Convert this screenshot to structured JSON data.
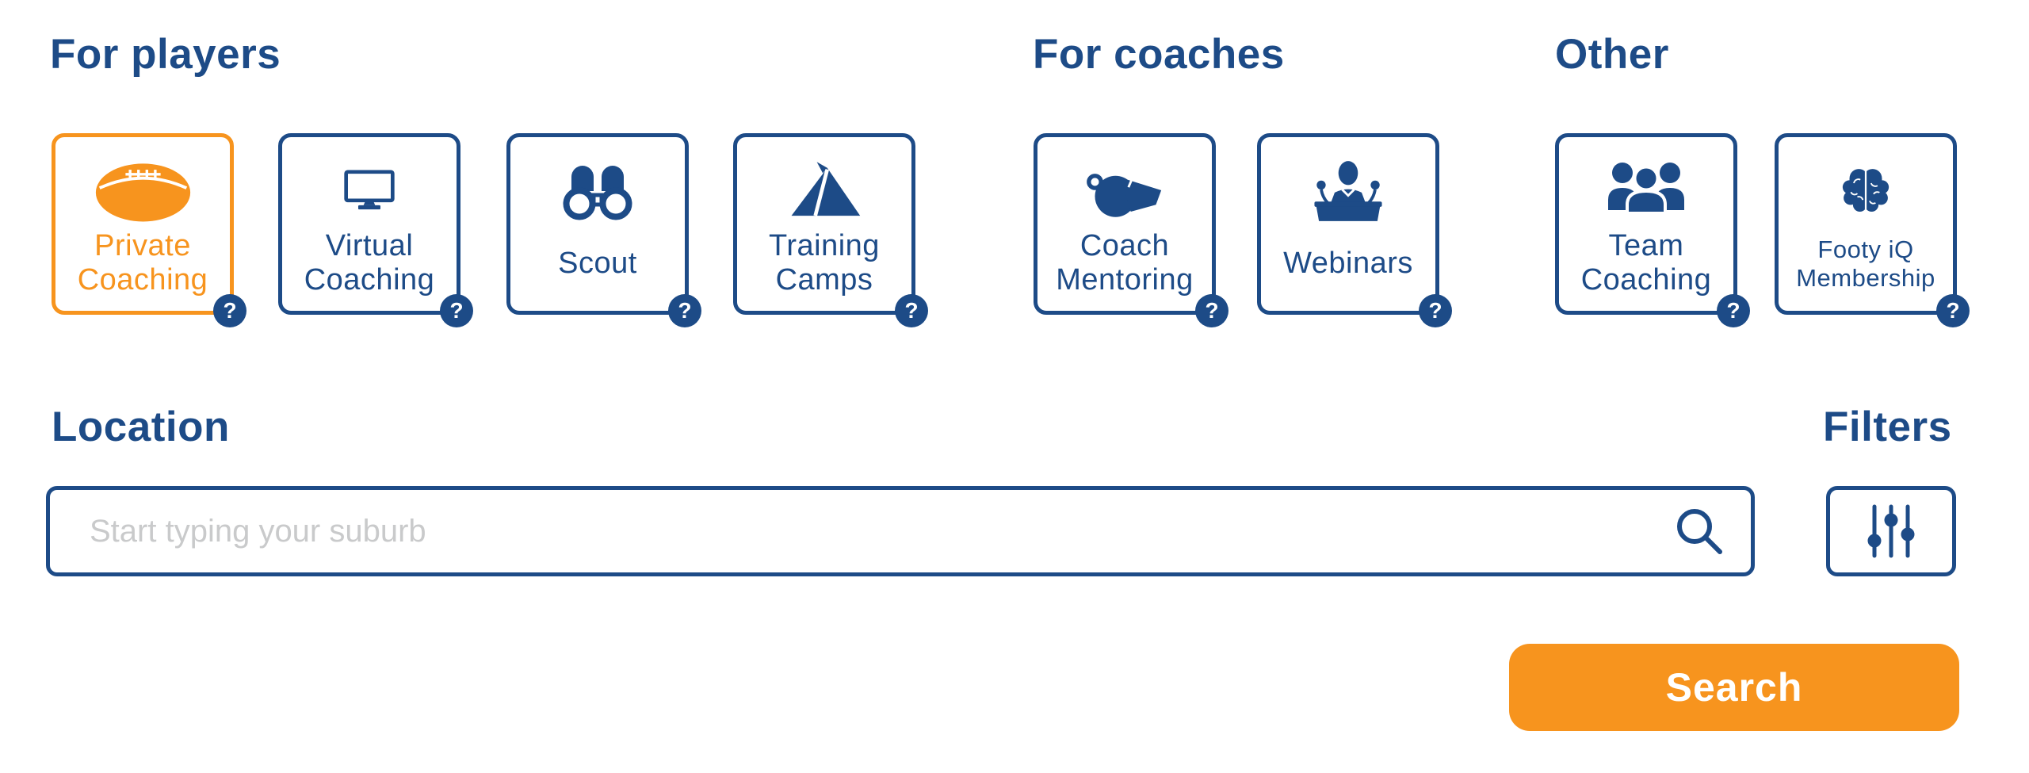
{
  "colors": {
    "brand_blue": "#1d4b87",
    "brand_orange": "#f7941e",
    "placeholder_gray": "#c9cacb",
    "button_text_white": "#ffffff"
  },
  "sections": [
    {
      "title": "For players",
      "cards": [
        {
          "label": "Private Coaching",
          "icon": "footy-ball-icon",
          "selected": true,
          "help": "?"
        },
        {
          "label": "Virtual Coaching",
          "icon": "monitor-icon",
          "selected": false,
          "help": "?"
        },
        {
          "label": "Scout",
          "icon": "binoculars-icon",
          "selected": false,
          "help": "?"
        },
        {
          "label": "Training Camps",
          "icon": "tent-icon",
          "selected": false,
          "help": "?"
        }
      ]
    },
    {
      "title": "For coaches",
      "cards": [
        {
          "label": "Coach Mentoring",
          "icon": "whistle-icon",
          "selected": false,
          "help": "?"
        },
        {
          "label": "Webinars",
          "icon": "speaker-podium-icon",
          "selected": false,
          "help": "?"
        }
      ]
    },
    {
      "title": "Other",
      "cards": [
        {
          "label": "Team Coaching",
          "icon": "team-icon",
          "selected": false,
          "help": "?"
        },
        {
          "label": "Footy iQ Membership",
          "icon": "brain-icon",
          "selected": false,
          "help": "?"
        }
      ]
    }
  ],
  "location": {
    "title": "Location",
    "placeholder": "Start typing your suburb",
    "value": ""
  },
  "filters": {
    "title": "Filters"
  },
  "search_button": {
    "label": "Search"
  }
}
